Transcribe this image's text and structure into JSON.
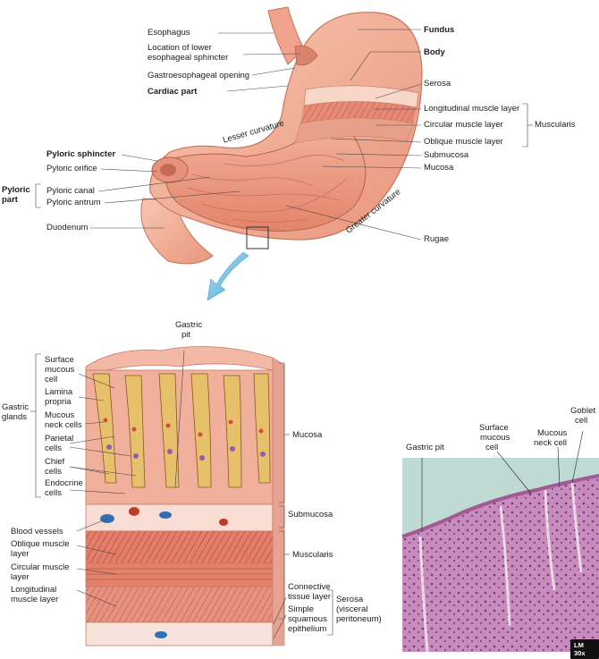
{
  "stomach": {
    "esophagus": "Esophagus",
    "les_1": "Location of lower",
    "les_2": "esophageal sphincter",
    "ge_opening": "Gastroesophageal opening",
    "cardiac": "Cardiac part",
    "fundus": "Fundus",
    "body": "Body",
    "serosa": "Serosa",
    "longitudinal": "Longitudinal muscle layer",
    "circular": "Circular muscle layer",
    "oblique": "Oblique muscle layer",
    "muscularis": "Muscularis",
    "submucosa": "Submucosa",
    "mucosa": "Mucosa",
    "lesser": "Lesser curvature",
    "greater": "Greater curvature",
    "pyloric_sphincter": "Pyloric sphincter",
    "pyloric_orifice": "Pyloric orifice",
    "pyloric_part_1": "Pyloric",
    "pyloric_part_2": "part",
    "pyloric_canal": "Pyloric canal",
    "pyloric_antrum": "Pyloric antrum",
    "duodenum": "Duodenum",
    "rugae": "Rugae"
  },
  "wall": {
    "gastric_pit_1": "Gastric",
    "gastric_pit_2": "pit",
    "surface_1": "Surface",
    "surface_2": "mucous",
    "surface_3": "cell",
    "lamina_1": "Lamina",
    "lamina_2": "propria",
    "mucous_neck_1": "Mucous",
    "mucous_neck_2": "neck cells",
    "parietal_1": "Parietal",
    "parietal_2": "cells",
    "chief_1": "Chief",
    "chief_2": "cells",
    "endocrine_1": "Endocrine",
    "endocrine_2": "cells",
    "gastric_glands_1": "Gastric",
    "gastric_glands_2": "glands",
    "blood_vessels": "Blood vessels",
    "oblique_1": "Oblique muscle",
    "oblique_2": "layer",
    "circular_1": "Circular muscle",
    "circular_2": "layer",
    "longitudinal_1": "Longitudinal",
    "longitudinal_2": "muscle layer",
    "mucosa": "Mucosa",
    "submucosa": "Submucosa",
    "muscularis": "Muscularis",
    "connective_1": "Connective",
    "connective_2": "tissue layer",
    "simple_1": "Simple",
    "simple_2": "squamous",
    "simple_3": "epithelium",
    "serosa_1": "Serosa",
    "serosa_2": "(visceral",
    "serosa_3": "peritoneum)"
  },
  "micrograph": {
    "gastric_pit": "Gastric pit",
    "surface_1": "Surface",
    "surface_2": "mucous",
    "surface_3": "cell",
    "mucous_neck_1": "Mucous",
    "mucous_neck_2": "neck cell",
    "goblet_1": "Goblet",
    "goblet_2": "cell",
    "magnification": "LM 30x"
  }
}
